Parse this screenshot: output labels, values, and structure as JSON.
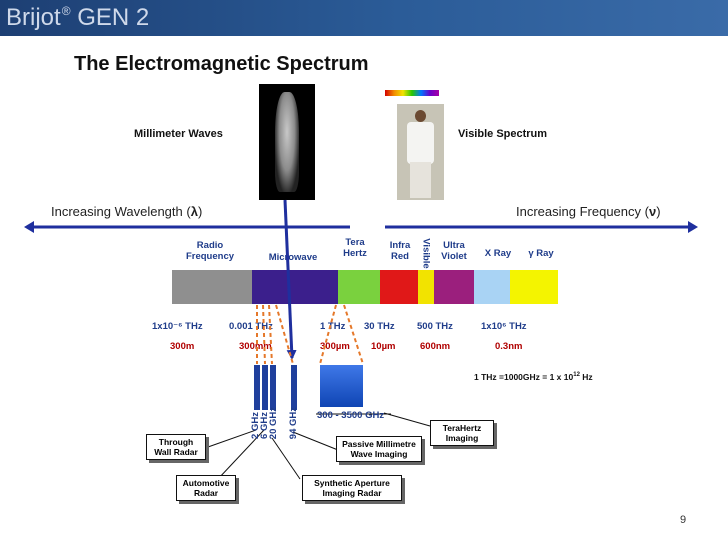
{
  "header": {
    "brand": "Brijot",
    "brand_mark": "®",
    "product": "GEN 2"
  },
  "title": "The Electromagnetic Spectrum",
  "images": {
    "mmw_label": "Millimeter Waves",
    "visible_label": "Visible Spectrum"
  },
  "arrows": {
    "left": {
      "text": "Increasing Wavelength (",
      "symbol": "λ",
      "close": ")"
    },
    "right": {
      "text": "Increasing Frequency (",
      "symbol": "ν",
      "close": ")"
    }
  },
  "bands": [
    {
      "name": "Radio Frequency",
      "color": "#8f8f8f"
    },
    {
      "name": "Microwave",
      "color": "#3b1f8c"
    },
    {
      "name": "Tera Hertz",
      "color": "#7ad13e"
    },
    {
      "name": "Infra Red",
      "color": "#e01818"
    },
    {
      "name": "Visible",
      "color": "#f2e300"
    },
    {
      "name": "Ultra Violet",
      "color": "#9b1f7d"
    },
    {
      "name": "X Ray",
      "color": "#a9d3f4"
    },
    {
      "name": "γ Ray",
      "color": "#f4f400"
    }
  ],
  "band_labels": {
    "radio": [
      "Radio",
      "Frequency"
    ],
    "micro": "Microwave",
    "tera": [
      "Tera",
      "Hertz"
    ],
    "infra": [
      "Infra",
      "Red"
    ],
    "visible": "Visible",
    "uv": [
      "Ultra",
      "Violet"
    ],
    "xray": "X Ray",
    "gamma": "γ Ray"
  },
  "freq_ticks": {
    "t1": "1x10⁻⁶ THz",
    "t2": "0.001 THz",
    "t3": "1 THz",
    "t4": "30 THz",
    "t5": "500 THz",
    "t6": "1x10⁶ THz"
  },
  "wave_ticks": {
    "w1": "300m",
    "w2": "300mm",
    "w3": "300µm",
    "w4": "10µm",
    "w5": "600nm",
    "w6": "0.3nm"
  },
  "conversion_note": {
    "lead": "1 THz =1000GHz = 1 x 10",
    "exp": "12",
    "unit": " Hz"
  },
  "microwave_freqs": [
    "2 GHz",
    "6 GHz",
    "20 GHz",
    "94 GHz"
  ],
  "thz_range": "300 - 3500 GHz",
  "apps": {
    "through_wall": [
      "Through",
      "Wall Radar"
    ],
    "automotive": [
      "Automotive",
      "Radar"
    ],
    "passive_mmw": [
      "Passive Millimetre",
      "Wave Imaging"
    ],
    "sar": [
      "Synthetic Aperture",
      "Imaging Radar"
    ],
    "terahertz": [
      "TeraHertz",
      "Imaging"
    ]
  },
  "page_number": "9"
}
